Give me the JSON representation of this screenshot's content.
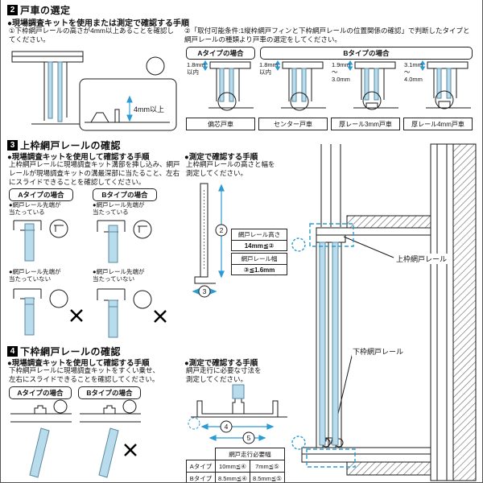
{
  "colors": {
    "kit_blue": "#b9dcec",
    "kit_edge": "#5a88a0",
    "dash_blue": "#2b9bd4",
    "line": "#1a1a1a"
  },
  "section2": {
    "number": "2",
    "title": "戸車の選定",
    "subtitle": "●現場調査キットを使用または測定で確認する手順",
    "step1": "①下枠網戸レールの高さが4mm以上あることを確認してください。",
    "step2": "②「取付可能条件:1縦枠網戸フィンと下枠網戸レールの位置関係の確認」で判断したタイプと網戸レールの種類より戸車の選定をしてください。",
    "dim_4mm": "4mm以上",
    "table": {
      "header_a": "Aタイプの場合",
      "header_b": "Bタイプの場合",
      "cols": [
        {
          "dim": "1.8mm\n以内",
          "label": "偏芯戸車"
        },
        {
          "dim": "1.8mm\n以内",
          "label": "センター戸車"
        },
        {
          "dim": "1.9mm\n〜\n3.0mm",
          "label": "厚レール3mm戸車"
        },
        {
          "dim": "3.1mm\n〜\n4.0mm",
          "label": "厚レール4mm戸車"
        }
      ]
    }
  },
  "section3": {
    "number": "3",
    "title": "上枠網戸レールの確認",
    "kit_title": "●現場調査キットを使用して確認する手順",
    "kit_desc": "上枠網戸レールに現場調査キット溝部を挿し込み、網戸レールが現場調査キットの溝最深部に当たること、左右にスライドできることを確認してください。",
    "type_a": "Aタイプの場合",
    "type_b": "Bタイプの場合",
    "ok_label": "●網戸レール先端が\n当たっている",
    "ng_label": "●網戸レール先端が\n当たっていない",
    "measure_title": "●測定で確認する手順",
    "measure_desc": "上枠網戸レールの高さと幅を\n測定してください。",
    "callout_height_label": "網戸レール高さ",
    "callout_height_value": "14mm≦②",
    "callout_width_label": "網戸レール幅",
    "callout_width_value": "③≦1.6mm",
    "upper_rail_label": "上枠網戸レール",
    "mark2": "2",
    "mark3": "3"
  },
  "section4": {
    "number": "4",
    "title": "下枠網戸レールの確認",
    "kit_title": "●現場調査キットを使用して確認する手順",
    "kit_desc": "下枠網戸レールに現場調査キットをすくい乗せ、\n左右にスライドできることを確認してください。",
    "type_a": "Aタイプの場合",
    "type_b": "Bタイプの場合",
    "measure_title": "●測定で確認する手順",
    "measure_desc": "網戸走行に必要な寸法を\n測定してください。",
    "lower_rail_label": "下枠網戸レール",
    "mark4": "4",
    "mark5": "5",
    "table": {
      "title": "網戸走行必要幅",
      "rows": [
        {
          "type": "Aタイプ",
          "v1": "10mm≦④",
          "v2": "7mm≦⑤"
        },
        {
          "type": "Bタイプ",
          "v1": "8.5mm≦④",
          "v2": "8.5mm≦⑤"
        }
      ]
    }
  }
}
